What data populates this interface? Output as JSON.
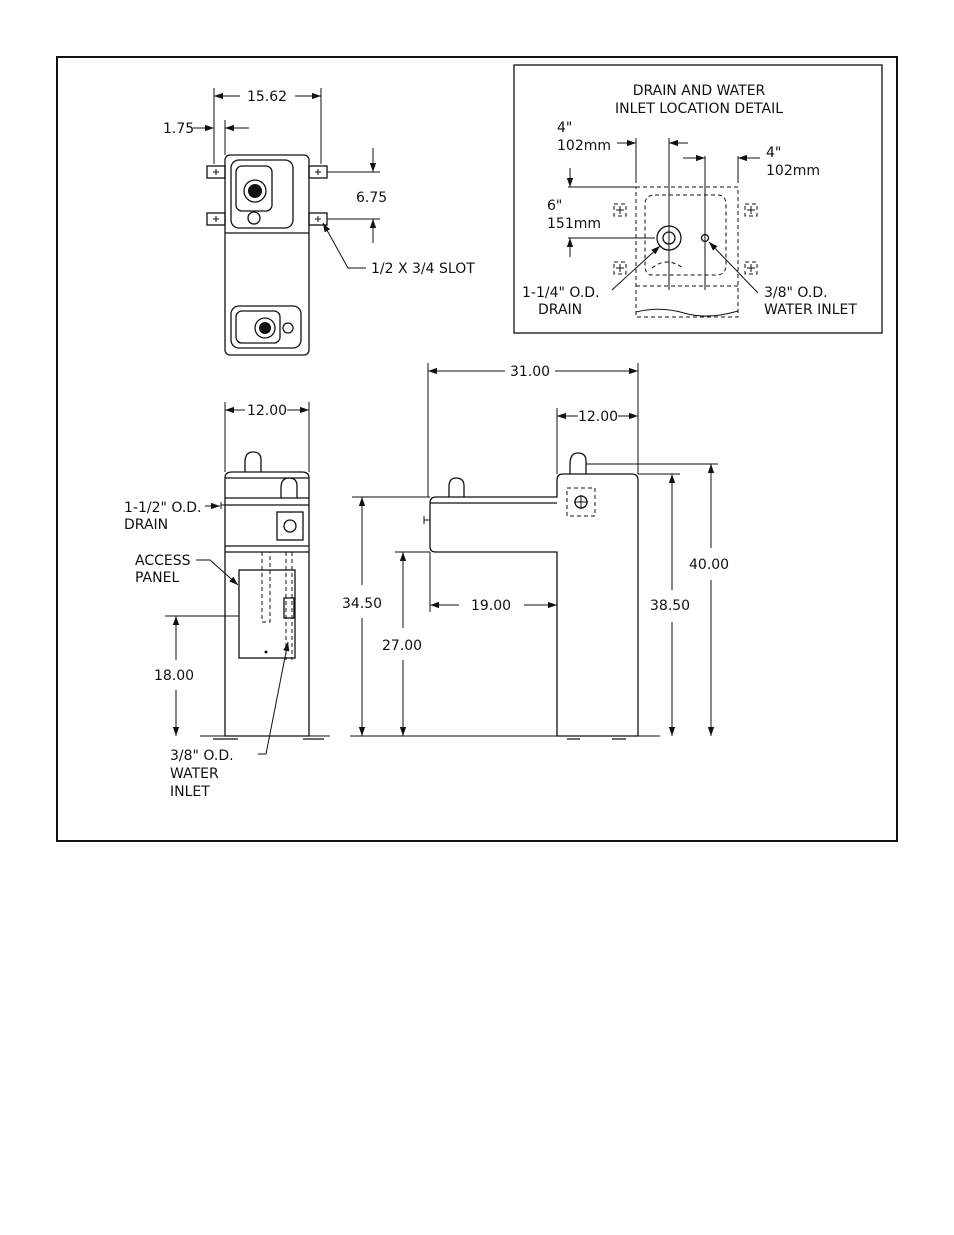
{
  "detail": {
    "title_line1": "DRAIN AND WATER",
    "title_line2": "INLET LOCATION DETAIL",
    "left_offset_in": "4\"",
    "left_offset_mm": "102mm",
    "right_offset_in": "4\"",
    "right_offset_mm": "102mm",
    "vertical_offset_in": "6\"",
    "vertical_offset_mm": "151mm",
    "drain_label_line1": "1-1/4\" O.D.",
    "drain_label_line2": "DRAIN",
    "inlet_label_line1": "3/8\" O.D.",
    "inlet_label_line2": "WATER INLET"
  },
  "top_view": {
    "overall_width": "15.62",
    "edge_offset": "1.75",
    "slot_spacing": "6.75",
    "slot_label": "1/2 X 3/4 SLOT"
  },
  "side_view": {
    "width": "12.00",
    "drain_label_line1": "1-1/2\" O.D.",
    "drain_label_line2": "DRAIN",
    "access_label_line1": "ACCESS",
    "access_label_line2": "PANEL",
    "panel_height": "18.00",
    "inlet_label_line1": "3/8\" O.D.",
    "inlet_label_line2": "WATER",
    "inlet_label_line3": "INLET"
  },
  "front_view": {
    "overall_width": "31.00",
    "upper_width": "12.00",
    "knee_depth": "19.00",
    "low_rim_height": "34.50",
    "knee_height": "27.00",
    "high_rim_height": "38.50",
    "overall_height": "40.00"
  }
}
